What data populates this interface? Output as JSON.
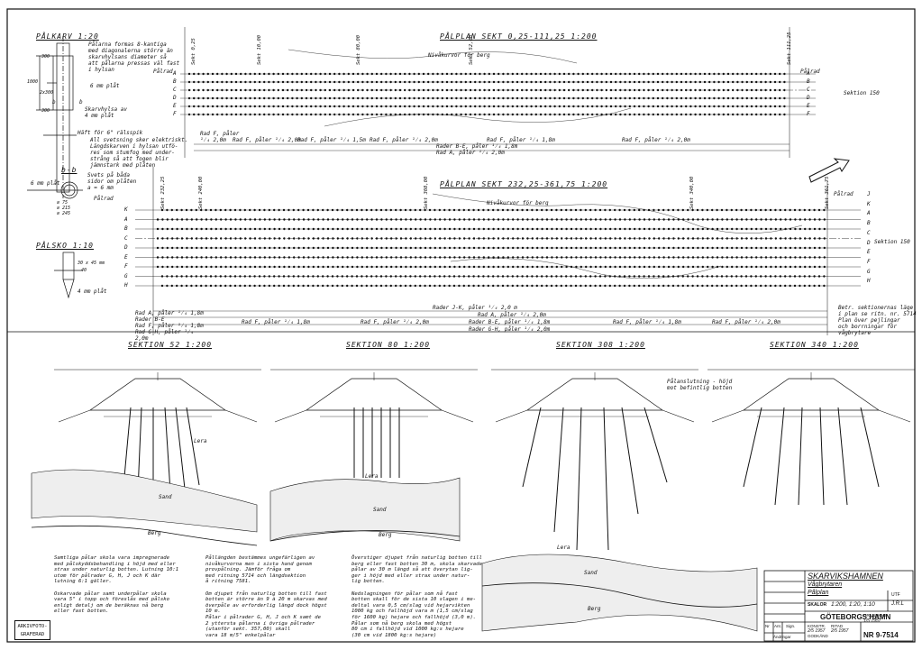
{
  "palkarv": {
    "title": "PÅLKARV 1:20",
    "desc": [
      "Pålarna formas 8-kantiga",
      "med diagonalerna större än",
      "skarvhylsans diameter så",
      "att pålarna pressas väl fast",
      "i hylsan"
    ],
    "plate6": "6 mm plåt",
    "sleeve": [
      "Skarvhylsa av",
      "4 mm plåt"
    ],
    "tack": "Häft för 6\" rälsspik",
    "weld": [
      "All svetsning sker elektriskt.",
      "Längdskarven i hylsan utfö-",
      "res som stumfog med under-",
      "strång så att fogen blir",
      "jämnstark med plåten"
    ],
    "dims": [
      "300",
      "1000",
      "2x300",
      "300"
    ],
    "marks": [
      "b",
      "b"
    ]
  },
  "section_bb": {
    "title": "b-b",
    "weld": [
      "Svets på båda",
      "sidor om plåten",
      "a = 6 mm"
    ],
    "plate": "6 mm plåt",
    "pile": "Pålrad",
    "dims": [
      "∅ 75",
      "∅ 215",
      "∅ 245"
    ]
  },
  "palsko": {
    "title": "PÅLSKO 1:10",
    "dims": [
      "30 x 45 mm",
      "40",
      "4 mm plåt"
    ]
  },
  "plan1": {
    "title": "PÅLPLAN SEKT 0,25-111,25 1:200",
    "contour": "Nivåkurvor för berg",
    "rows": [
      "A",
      "B",
      "C",
      "D",
      "E",
      "F"
    ],
    "rowhead": "Pålrad",
    "section_tag": "Sektion 150",
    "sekt_labels": [
      "Sekt 0,25",
      "Sekt 10,00",
      "Sekt 80,00",
      "Sekt 52,00",
      "Sekt 111,25"
    ],
    "under": [
      "Rad F, påler ¹⁄₄ 2,0m",
      "Rad F, påler ¹⁄₄ 1,5m",
      "Rad F, påler ¹⁄₄ 2,0m",
      "Rad F, påler ¹⁄₄ 1,8m",
      "Rad F, påler ¹⁄₄ 2,0m"
    ],
    "under2": [
      "Rader B-E, påler ¹⁄₄ 1,8m",
      "Rad A, påler ¹⁄₄ 2,0m"
    ],
    "left_box": [
      "Rad F, påler",
      "¹⁄₄ 2,0m"
    ]
  },
  "plan2": {
    "title": "PÅLPLAN SEKT 232,25-361,75 1:200",
    "contour": "Nivåkurvor för berg",
    "rows": [
      "K",
      "A",
      "B",
      "C",
      "D",
      "E",
      "F",
      "G",
      "H"
    ],
    "rows_right": [
      "J",
      "K",
      "A",
      "B",
      "C",
      "D",
      "E",
      "F",
      "G",
      "H"
    ],
    "rowhead": "Pålrad",
    "section_tag": "Sektion 150",
    "sekt_labels": [
      "Sekt 232,25",
      "Sekt 240,00",
      "Sekt 308,00",
      "Sekt 340,00",
      "Sekt 361,75"
    ],
    "under": [
      "Rader J-K, påler ¹⁄₄ 2,0 m",
      "Rad A, påler ¹⁄₄ 2,0m",
      "Rad F, påler ¹⁄₄ 1,8m",
      "Rad F, påler ¹⁄₄ 2,0m",
      "Rader B-E, påler ¹⁄₄ 1,8m",
      "Rad F, påler ¹⁄₄ 1,8m",
      "Rad F, påler ¹⁄₄ 2,0m",
      "Rader G-H, påler ¹⁄₄ 2,0m"
    ],
    "left_box": [
      "Rad A, påler ¹⁄₄ 1,8m",
      "Rader B-E",
      "Rad F, påler ¹⁄₄ 1,8m",
      "Rad G-H, påler ¹⁄₄",
      "2,0m"
    ],
    "note": [
      "Betr. sektionernas läge",
      "i plan se ritn. nr. 5714",
      "Plan över pejlingar",
      "och borrningar för",
      "vågbrytare"
    ]
  },
  "sections": [
    {
      "title": "SEKTION 52 1:200",
      "labels": [
        "Lera",
        "Sand",
        "Berg"
      ]
    },
    {
      "title": "SEKTION 80 1:200",
      "labels": [
        "Lera",
        "Sand",
        "Berg"
      ]
    },
    {
      "title": "SEKTION 308 1:200",
      "labels": [
        "Lera",
        "Sand",
        "Berg"
      ],
      "callout": [
        "Pålanslutning - höjd",
        "mot befintlig botten"
      ]
    },
    {
      "title": "SEKTION 340 1:200",
      "labels": []
    }
  ],
  "notes": [
    [
      "Samtliga pålar skola vara impregnerade",
      "med pålskyddsbehandling i höjd med eller",
      "strax under naturlig botten. Lutning 10:1",
      "utom för pålrader G, H, J och K där",
      "lutning 6:1 gäller.",
      "",
      "Oskarvade pålar samt underpålar skola",
      "vara 5\" i topp och föreslås med pålsko",
      "enligt detalj om de beräknas nå berg",
      "eller fast botten."
    ],
    [
      "Pållängden bestämmes ungefärligen av",
      "nivåkurvorna men i sista hand genom",
      "provpålning. Jämför fråga om",
      "med ritning 5714 och längdsektion",
      "å ritning 7581.",
      "",
      "Om djupet från naturlig botten till fast",
      "botten är större än 9 à 20 m skarvas med",
      "överpåle av erforderlig längd dock högst",
      "10 m.",
      "Pålar i pålrader G, H, J och K samt de",
      "2 yttersta pålarna i övriga pålrader",
      "(utanför sekt. 357,00) skall",
      "vara 18 m/5\" enkelpålar"
    ],
    [
      "Överstiger djupet från naturlig botten till",
      "berg eller fast botten 30 m, skola skarvade",
      "pålar av 30 m längd så att överytan lig-",
      "ger i höjd med eller strax under natur-",
      "lig botten.",
      "",
      "Nedslagningen för pålar som nå fast",
      "botten skall för de sista 10 slagen i me-",
      "deltal vara 0,5 cm/slag vid hejarvikten",
      "1000 kg och fallhöjd vara m (1,5 cm/slag",
      "för 1600 kg) hejare och fallhöjd (3,0 m).",
      "Pålar som nå berg skola med högst",
      "80 cm i fallhöjd vid 1000 kg:s hejare",
      "(30 cm vid 1800 kg:s hejare)"
    ]
  ],
  "titleblock": {
    "project": "SKARVIKSHAMNEN",
    "l2": "Vågbrytaren",
    "l3": "Pålplan",
    "scale_label": "SKALOR",
    "scale": "1:200, 1:20, 1:10",
    "utf_label": "UTF",
    "utf_value": "J.R.L",
    "company": "GÖTEBORGS HAMN",
    "konstr_label": "KONSTR.",
    "ritad_label": "RITAD",
    "granskad_label": "GRANSKAD",
    "godkand_label": "GODKÄND",
    "dates": [
      "2/5 1957",
      "2/5 1957",
      "1/5 1957"
    ],
    "nr": "NR 9-7514",
    "rev_cols": [
      "Nr",
      "Ant.",
      "Sign."
    ],
    "rev_label": "Ändringar"
  },
  "stamp": [
    "ARKIVFOTO-",
    "GRAFERAD"
  ]
}
